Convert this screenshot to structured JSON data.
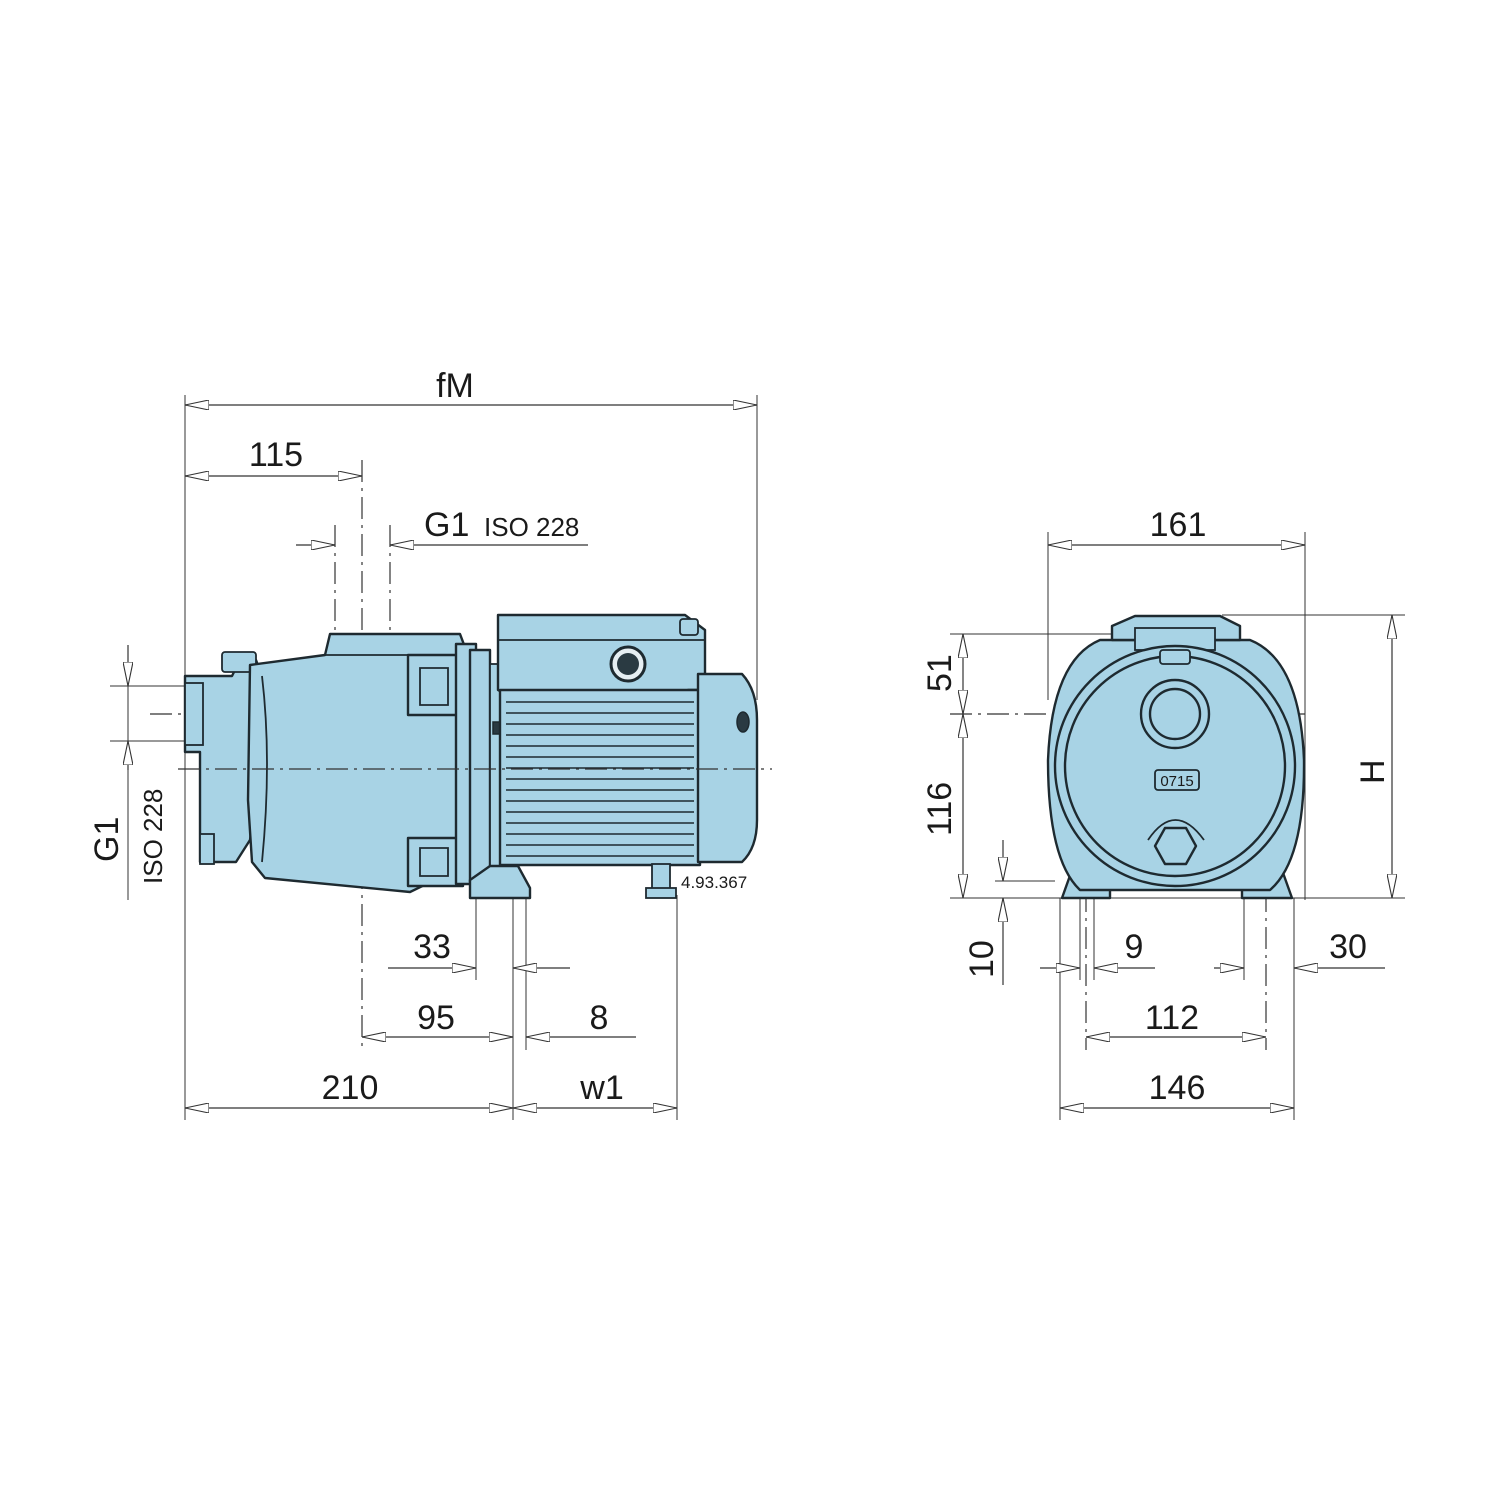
{
  "side_view": {
    "overall_length": "fM",
    "dim_115": "115",
    "port_top": {
      "thread": "G1",
      "standard": "ISO 228"
    },
    "port_left": {
      "thread": "G1",
      "standard": "ISO 228"
    },
    "dim_33": "33",
    "dim_95": "95",
    "dim_8": "8",
    "dim_210": "210",
    "dim_w1": "w1",
    "code": "4.93.367"
  },
  "front_view": {
    "width_161": "161",
    "height_51": "51",
    "height_116": "116",
    "height_H": "H",
    "height_10": "10",
    "dim_9": "9",
    "dim_30": "30",
    "dim_112": "112",
    "dim_146": "146",
    "plate": "0715"
  },
  "colors": {
    "pump_body": "#a8d3e5",
    "outline": "#1e2a30"
  }
}
